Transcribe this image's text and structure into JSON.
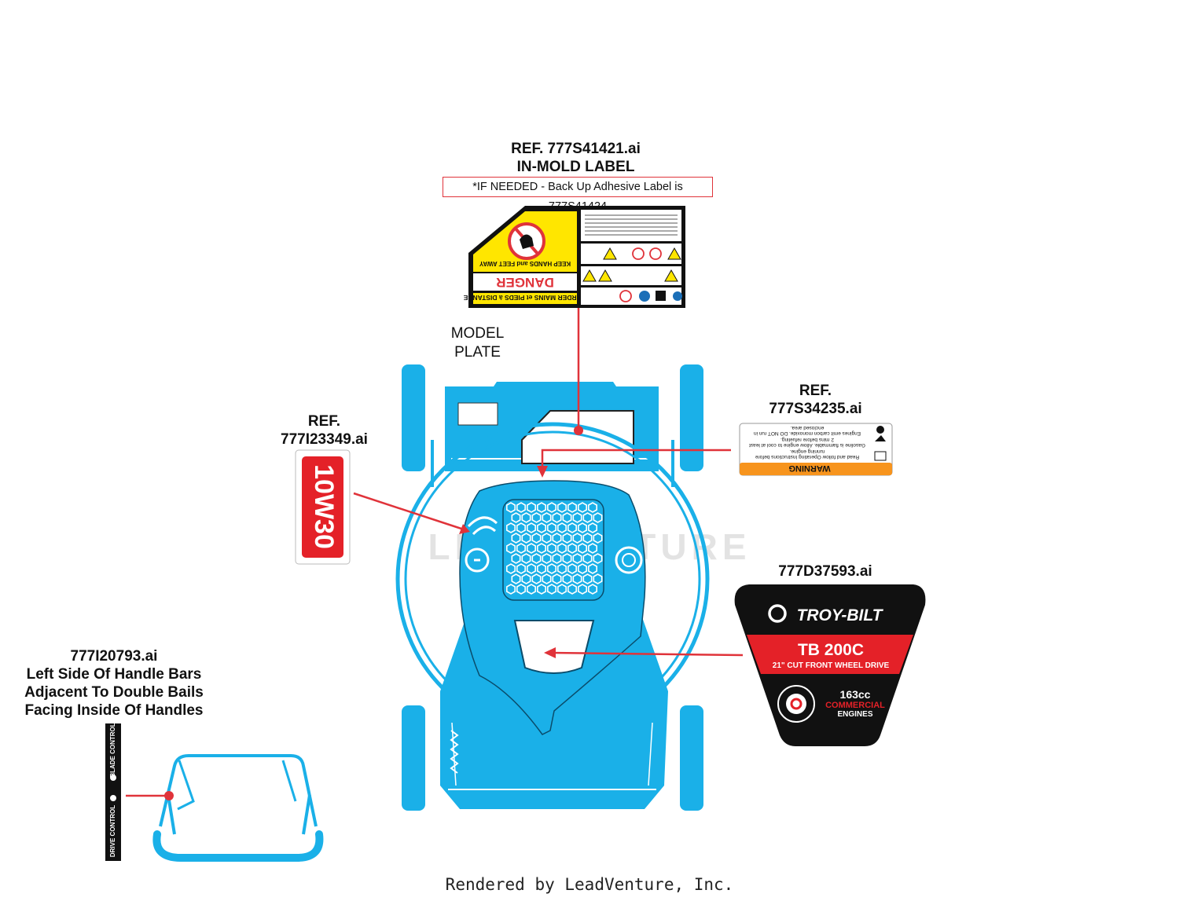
{
  "labels": {
    "in_mold_ref": "REF. 777S41421.ai",
    "in_mold_title": "IN-MOLD LABEL",
    "backup_note": "*IF NEEDED - Back Up Adhesive Label is 777S41424",
    "model_plate_line1": "MODEL",
    "model_plate_line2": "PLATE",
    "oil_ref_line1": "REF.",
    "oil_ref_line2": "777I23349.ai",
    "warning_ref_line1": "REF.",
    "warning_ref_line2": "777S34235.ai",
    "engine_decal_ref": "777D37593.ai",
    "handle_ref": "777I20793.ai",
    "handle_desc_1": "Left Side Of Handle Bars",
    "handle_desc_2": "Adjacent To Double Bails",
    "handle_desc_3": "Facing Inside Of Handles"
  },
  "decals": {
    "danger_word": "DANGER",
    "danger_sub": "KEEP HANDS and FEET AWAY",
    "danger_fr": "GARDER MAINS et PIEDS à DISTANCE",
    "oil_text": "10W30",
    "warning_word": "WARNING",
    "warning_line1": "Read and follow Operating Instructions before",
    "warning_line2": "running engine.",
    "warning_line3": "Gasoline is flammable. Allow engine to cool at least",
    "warning_line4": "2 mins before refueling.",
    "warning_line5": "Engines emit carbon monoxide. DO NOT run in",
    "warning_line6": "enclosed area.",
    "brand": "TROY-BILT",
    "model": "TB 200C",
    "model_desc": "21\" CUT FRONT WHEEL DRIVE",
    "engine_cc": "163cc",
    "engine_type": "COMMERCIAL",
    "engine_word": "ENGINES",
    "handle_blade": "BLADE CONTROL",
    "handle_drive": "DRIVE CONTROL"
  },
  "watermark": "LEADVENTURE",
  "footer": "Rendered by LeadVenture, Inc.",
  "colors": {
    "mower_blue": "#1ab0e8",
    "leader_red": "#e0333a",
    "danger_yellow": "#ffe600",
    "warning_orange": "#f7941d",
    "decal_red": "#e42128"
  }
}
